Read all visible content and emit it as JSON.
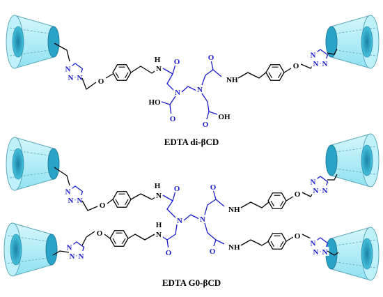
{
  "figure": {
    "captions": {
      "top": "EDTA di-βCD",
      "bottom": "EDTA G0-βCD"
    },
    "atom_labels": {
      "N": "N",
      "O": "O",
      "NH": "NH",
      "H": "H",
      "HO": "HO",
      "OH": "OH"
    },
    "colors": {
      "backbone": "#000000",
      "edta_core": "#1b1bc8",
      "triazole": "#1b1bc8",
      "cyclodextrin_outer": "#aaeef8",
      "cyclodextrin_cavity": "#2aa3c8"
    },
    "icons": [
      "beta-cyclodextrin-cone-icon",
      "triazole-ring-icon",
      "benzene-ring-icon"
    ]
  }
}
